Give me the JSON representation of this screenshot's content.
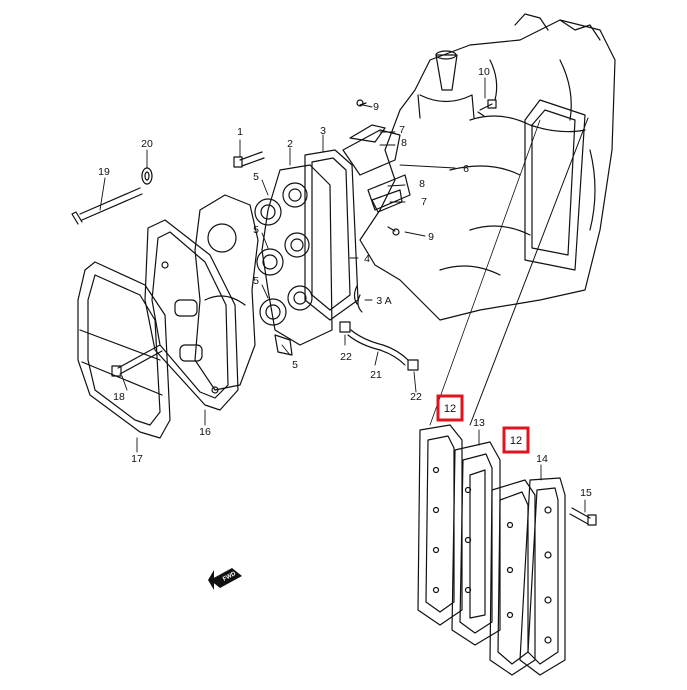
{
  "diagram": {
    "callouts": [
      {
        "id": "1",
        "text": "1"
      },
      {
        "id": "2",
        "text": "2"
      },
      {
        "id": "3",
        "text": "3"
      },
      {
        "id": "3A",
        "text": "3 A"
      },
      {
        "id": "4",
        "text": "4"
      },
      {
        "id": "5a",
        "text": "5"
      },
      {
        "id": "5b",
        "text": "5"
      },
      {
        "id": "5c",
        "text": "5"
      },
      {
        "id": "5d",
        "text": "5"
      },
      {
        "id": "6",
        "text": "6"
      },
      {
        "id": "7a",
        "text": "7"
      },
      {
        "id": "7b",
        "text": "7"
      },
      {
        "id": "8a",
        "text": "8"
      },
      {
        "id": "8b",
        "text": "8"
      },
      {
        "id": "9a",
        "text": "9"
      },
      {
        "id": "9b",
        "text": "9"
      },
      {
        "id": "10",
        "text": "10"
      },
      {
        "id": "13",
        "text": "13"
      },
      {
        "id": "14",
        "text": "14"
      },
      {
        "id": "15",
        "text": "15"
      },
      {
        "id": "16",
        "text": "16"
      },
      {
        "id": "17",
        "text": "17"
      },
      {
        "id": "18",
        "text": "18"
      },
      {
        "id": "19",
        "text": "19"
      },
      {
        "id": "20",
        "text": "20"
      },
      {
        "id": "21",
        "text": "21"
      },
      {
        "id": "22a",
        "text": "22"
      },
      {
        "id": "22b",
        "text": "22"
      }
    ],
    "highlighted": [
      {
        "id": "12a",
        "text": "12"
      },
      {
        "id": "12b",
        "text": "12"
      }
    ],
    "fwd_label": "FWD",
    "highlight_color": "#e0141e",
    "line_color": "#111111"
  }
}
